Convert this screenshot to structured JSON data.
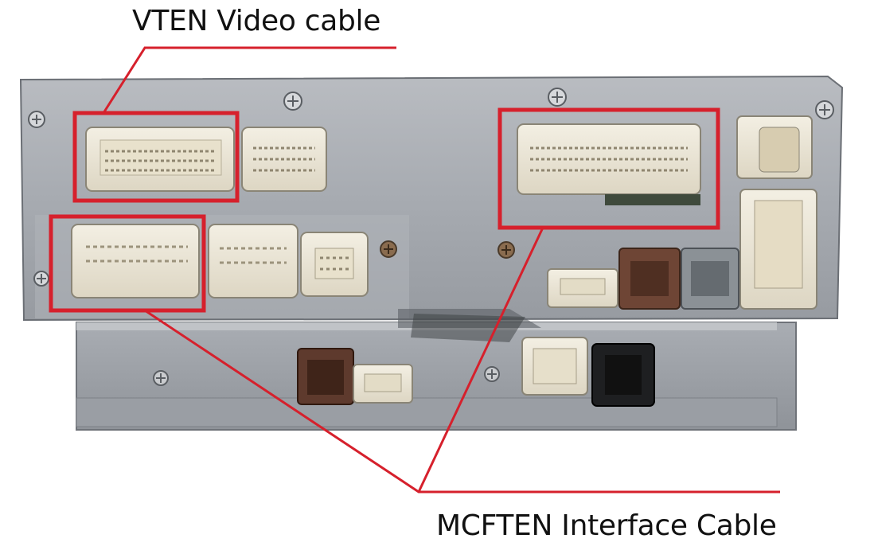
{
  "annotations": {
    "top_label": "VTEN Video cable",
    "bottom_label": "MCFTEN Interface Cable",
    "highlight_color": "#d6202c"
  },
  "photo": {
    "subject": "rear panel of car head unit with connectors",
    "icons": [
      "screw-icon",
      "connector-icon"
    ]
  }
}
